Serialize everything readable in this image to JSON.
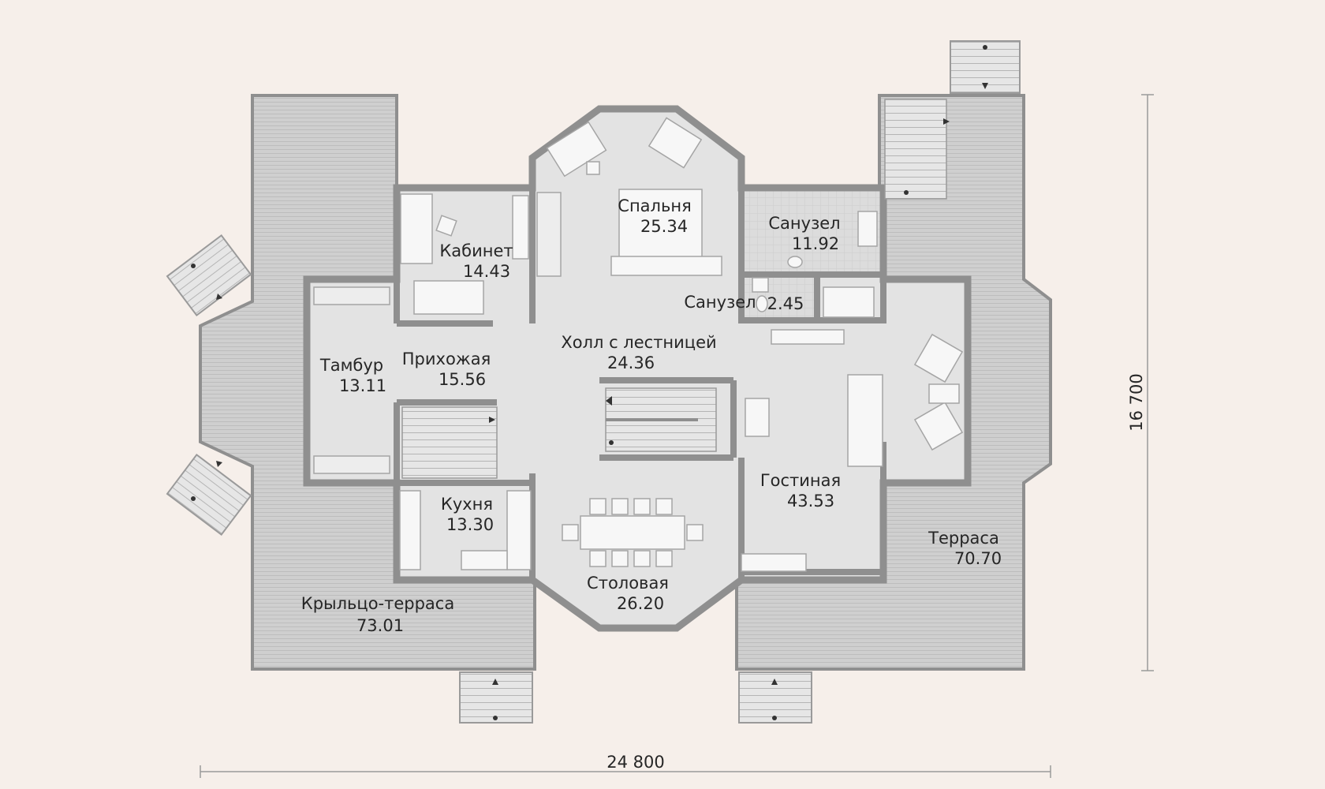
{
  "colors": {
    "background": "#f6efea",
    "wall": "#8f8f8f",
    "floor": "#e3e3e3",
    "terrace": "#cfcfcf",
    "deck_line": "#bdbdbd",
    "furniture": "#f7f7f7",
    "text": "#262626"
  },
  "rooms": {
    "bedroom": {
      "name": "Спальня",
      "area": "25.34"
    },
    "study": {
      "name": "Кабинет",
      "area": "14.43"
    },
    "bath_big": {
      "name": "Санузел",
      "area": "11.92"
    },
    "bath_small": {
      "name": "Санузел",
      "area": "2.45"
    },
    "hall": {
      "name": "Холл с лестницей",
      "area": "24.36"
    },
    "vestibule": {
      "name": "Тамбур",
      "area": "13.11"
    },
    "entry": {
      "name": "Прихожая",
      "area": "15.56"
    },
    "kitchen": {
      "name": "Кухня",
      "area": "13.30"
    },
    "living": {
      "name": "Гостиная",
      "area": "43.53"
    },
    "dining": {
      "name": "Столовая",
      "area": "26.20"
    },
    "terrace": {
      "name": "Терраса",
      "area": "70.70"
    },
    "porch": {
      "name": "Крыльцо-терраса",
      "area": "73.01"
    }
  },
  "dimensions": {
    "width": "24 800",
    "height": "16 700"
  }
}
